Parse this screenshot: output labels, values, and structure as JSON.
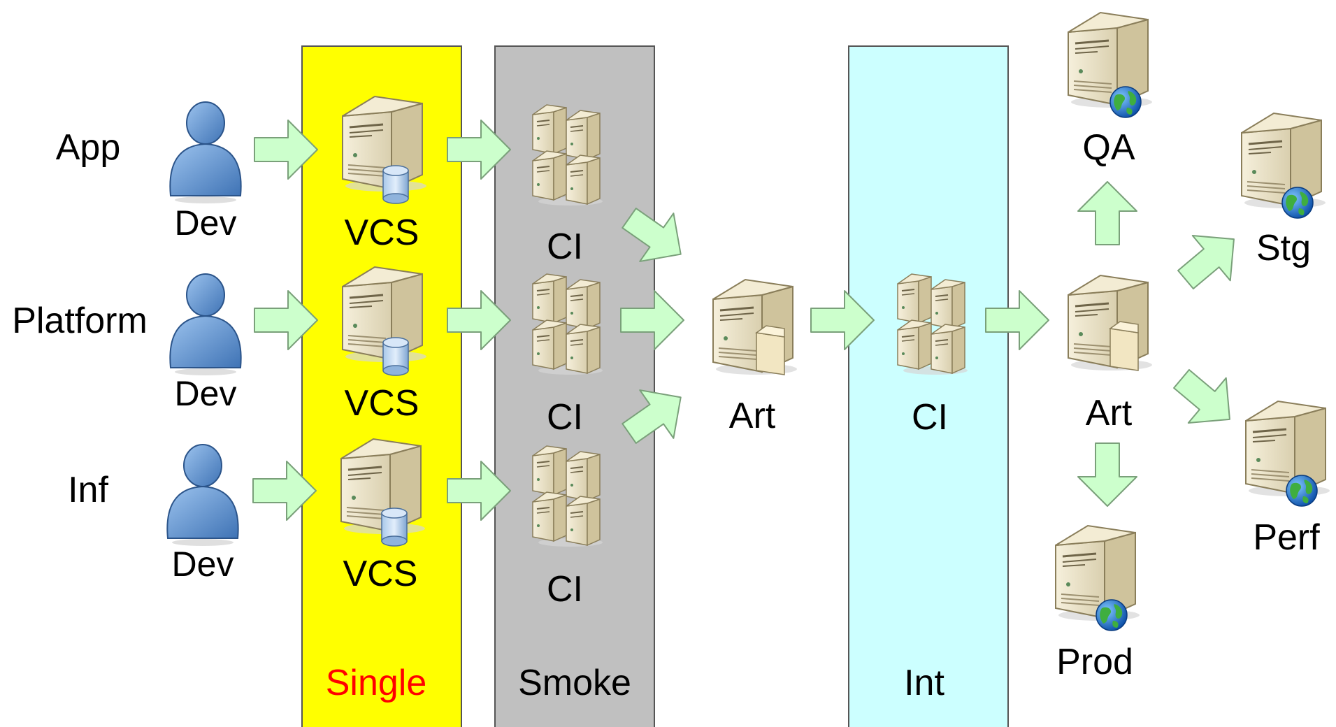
{
  "diagram": {
    "rows": [
      {
        "team": "App",
        "dev": "Dev",
        "vcs": "VCS",
        "ci": "CI"
      },
      {
        "team": "Platform",
        "dev": "Dev",
        "vcs": "VCS",
        "ci": "CI"
      },
      {
        "team": "Inf",
        "dev": "Dev",
        "vcs": "VCS",
        "ci": "CI"
      }
    ],
    "lanes": {
      "single": "Single",
      "smoke": "Smoke",
      "int": "Int"
    },
    "artifact_1": "Art",
    "integration_ci": "CI",
    "artifact_2": "Art",
    "environments": {
      "qa": "QA",
      "stg": "Stg",
      "perf": "Perf",
      "prod": "Prod"
    },
    "colors": {
      "single_lane": "#ffff00",
      "smoke_lane": "#c0c0c0",
      "int_lane": "#ccffff",
      "arrow_fill": "#ccffcc",
      "person": "#6b9bd2",
      "server": "#e8dfc4",
      "globe": "#1f7fd8",
      "single_label": "#ff0000"
    }
  }
}
